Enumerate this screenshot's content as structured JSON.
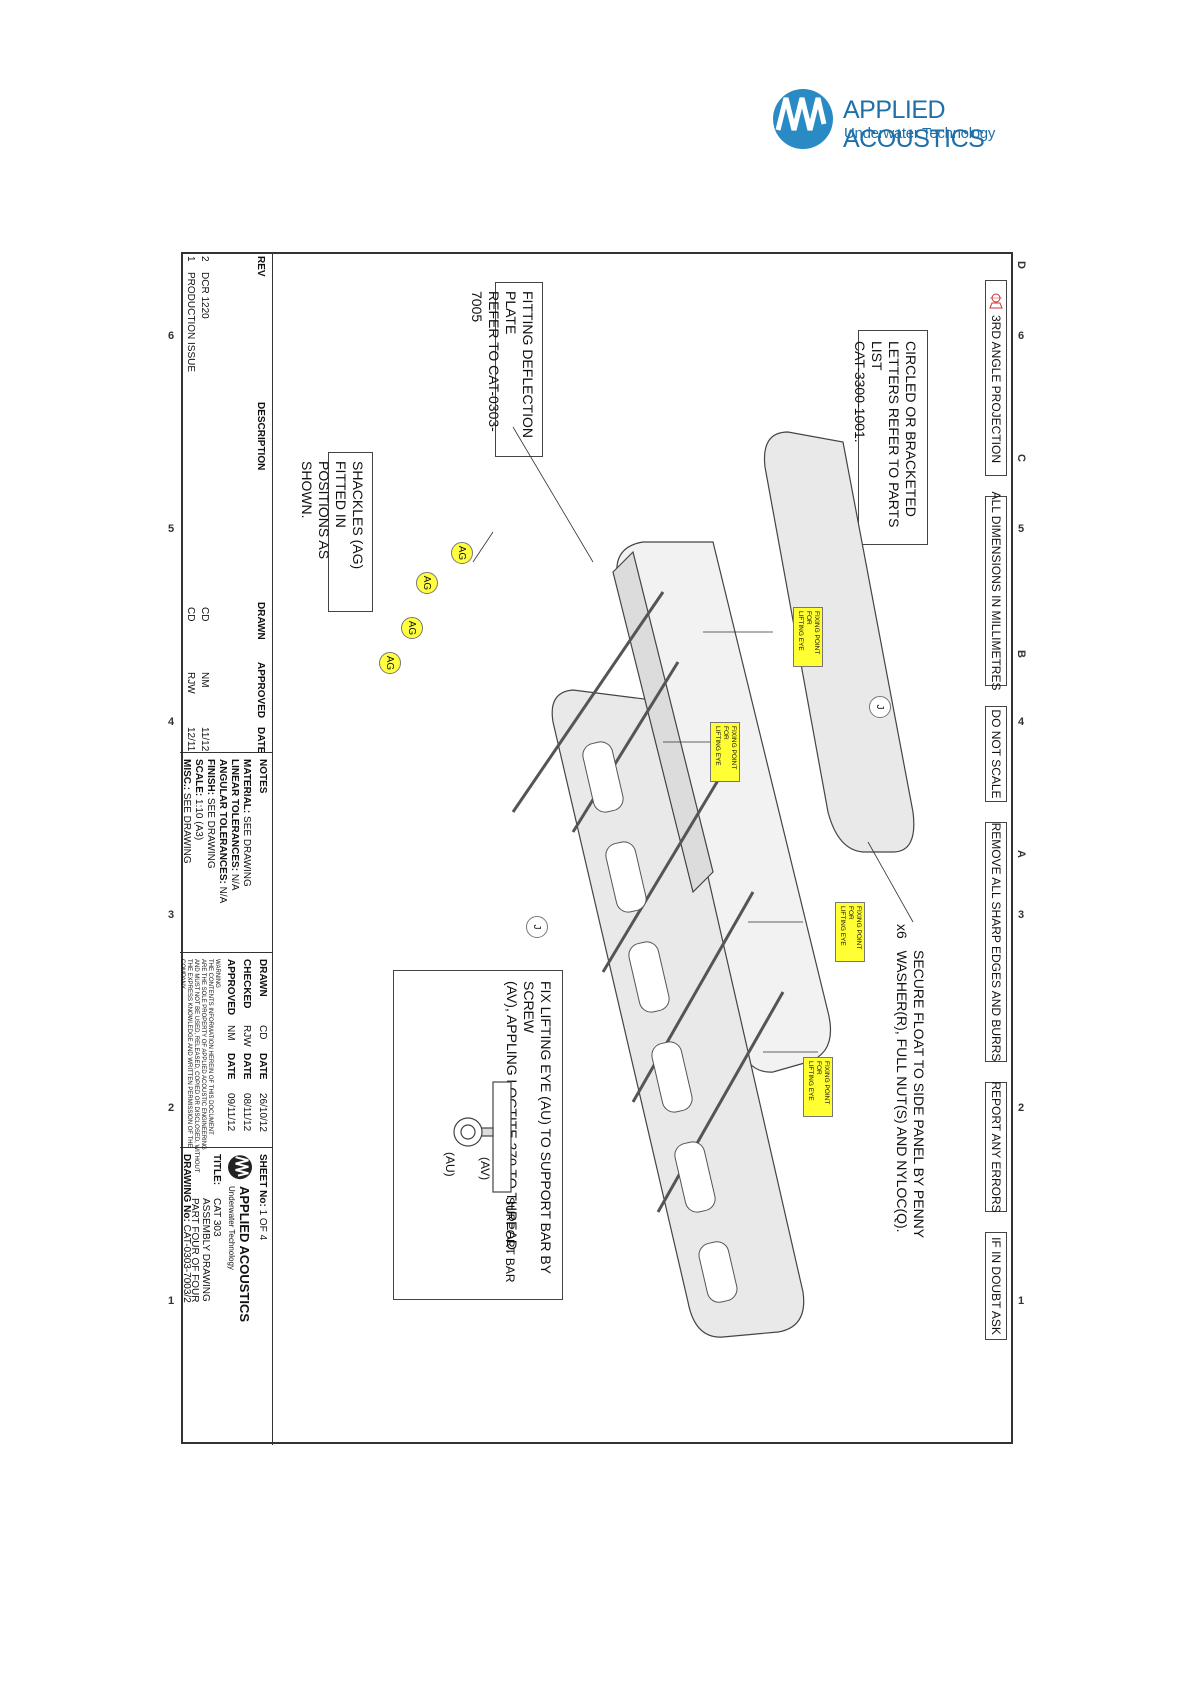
{
  "company": {
    "name": "APPLIED ACOUSTICS",
    "tagline": "Underwater Technology"
  },
  "border": {
    "numbers": [
      "6",
      "5",
      "4",
      "3",
      "2",
      "1"
    ],
    "letters": [
      "D",
      "C",
      "B",
      "A"
    ]
  },
  "notes_row": [
    "3RD ANGLE PROJECTION",
    "ALL DIMENSIONS IN MILLIMETRES",
    "DO NOT SCALE",
    "REMOVE ALL SHARP EDGES AND BURRS",
    "REPORT ANY ERRORS",
    "IF IN DOUBT ASK"
  ],
  "callouts": {
    "circled_letters": [
      "CIRCLED OR BRACKETED",
      "LETTERS REFER TO PARTS LIST",
      "CAT-3300-1001."
    ],
    "secure_float": [
      "SECURE FLOAT TO SIDE PANEL BY PENNY",
      "WASHER(R), FULL NUT(S) AND NYLOC(Q)."
    ],
    "secure_qty": "x6",
    "deflection_plate": [
      "FITTING DEFLECTION PLATE",
      "REFER TO CAT-0303-7005"
    ],
    "shackles": [
      "SHACKLES (AG) FITTED IN",
      "POSITIONS AS SHOWN."
    ],
    "lifting_eye": [
      "FIX LIFTING EYE (AU) TO SUPPORT BAR BY SCREW",
      "(AV), APPLING LOCTITE 270 TO THREAD."
    ],
    "fixing_point": [
      "FIXING POINT FOR",
      "LIFTING EYE"
    ],
    "ag": "AG",
    "j": "J",
    "au": "(AU)",
    "av": "(AV)",
    "support_bar": "SUPPORT BAR"
  },
  "revision_table": {
    "headers": {
      "rev": "REV",
      "description": "DESCRIPTION",
      "drawn": "DRAWN",
      "approved": "APPROVED",
      "date": "DATE"
    },
    "rows": [
      {
        "rev": "2",
        "description": "DCR 1220",
        "drawn": "CD",
        "approved": "NM",
        "date": "11/12"
      },
      {
        "rev": "1",
        "description": "PRODUCTION ISSUE",
        "drawn": "CD",
        "approved": "RJW",
        "date": "12/11"
      }
    ]
  },
  "notes_block": {
    "heading": "NOTES",
    "material_label": "MATERIAL:",
    "material": "SEE DRAWING",
    "linear_label": "LINEAR TOLERANCES:",
    "linear": "N/A",
    "angular_label": "ANGULAR TOLERANCES:",
    "angular": "N/A",
    "finish_label": "FINISH:",
    "finish": "SEE DRAWING",
    "scale_label": "SCALE:",
    "scale": "1:10 (A3)",
    "misc_label": "MISC.:",
    "misc": "SEE DRAWING"
  },
  "approvals": {
    "drawn_label": "DRAWN",
    "drawn": "CD",
    "drawn_date": "26/10/12",
    "checked_label": "CHECKED",
    "checked": "RJW",
    "checked_date": "08/11/12",
    "approved_label": "APPROVED",
    "approved": "NM",
    "approved_date": "09/11/12",
    "date_label": "DATE",
    "warning": [
      "WARNING",
      "THE CONTENTS INFORMATION HEREIN OF THIS DOCUMENT",
      "ARE THE SOLE PROPERTY OF APPLIED ACOUSTIC ENGINEERING",
      "AND MUST NOT BE USED, RELEASED, COPIED OR DISCLOSED, WITHOUT",
      "THE EXPRESS KNOWLEDGE AND WRITTEN PERMISSION OF THE",
      "COMPANY"
    ]
  },
  "title_block": {
    "sheet_label": "SHEET No:",
    "sheet": "1 OF 4",
    "title_label": "TITLE:",
    "title_lines": [
      "CAT 303",
      "ASSEMBLY DRAWING",
      "PART FOUR OF FOUR"
    ],
    "drawing_label": "DRAWING No:",
    "drawing_no": "CAT-0303-7003/2"
  },
  "colors": {
    "brand": "#1f6fa8",
    "highlight": "#ffff33",
    "linework": "#333333"
  }
}
